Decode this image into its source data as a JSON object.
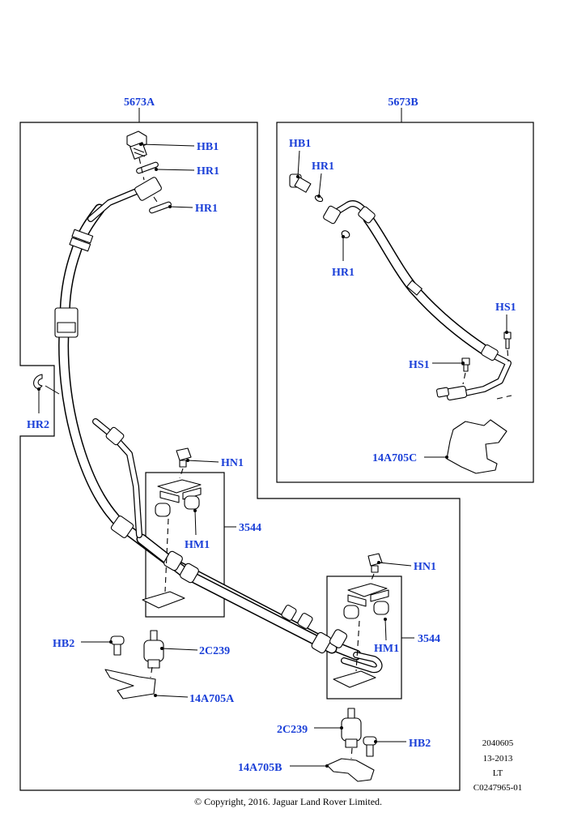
{
  "assemblies": {
    "left": "5673A",
    "right": "5673B"
  },
  "labels": {
    "hb1_a": "HB1",
    "hr1_a1": "HR1",
    "hr1_a2": "HR1",
    "hr2": "HR2",
    "hn1_a": "HN1",
    "kit_a": "3544",
    "hm1_a": "HM1",
    "hb2_a": "HB2",
    "c239_a": "2C239",
    "bracket_a": "14A705A",
    "hn1_b": "HN1",
    "kit_b": "3544",
    "hm1_b": "HM1",
    "c239_b": "2C239",
    "hb2_b": "HB2",
    "bracket_b": "14A705B",
    "hb1_r": "HB1",
    "hr1_r1": "HR1",
    "hr1_r2": "HR1",
    "hs1_r1": "HS1",
    "hs1_r2": "HS1",
    "bracket_c": "14A705C"
  },
  "reference": {
    "code": "2040605",
    "date": "13-2013",
    "lang": "LT",
    "illustration": "C0247965-01"
  },
  "copyright": "© Copyright, 2016. Jaguar Land Rover Limited.",
  "colors": {
    "callout": "#1a3fd8",
    "line": "#000000"
  }
}
